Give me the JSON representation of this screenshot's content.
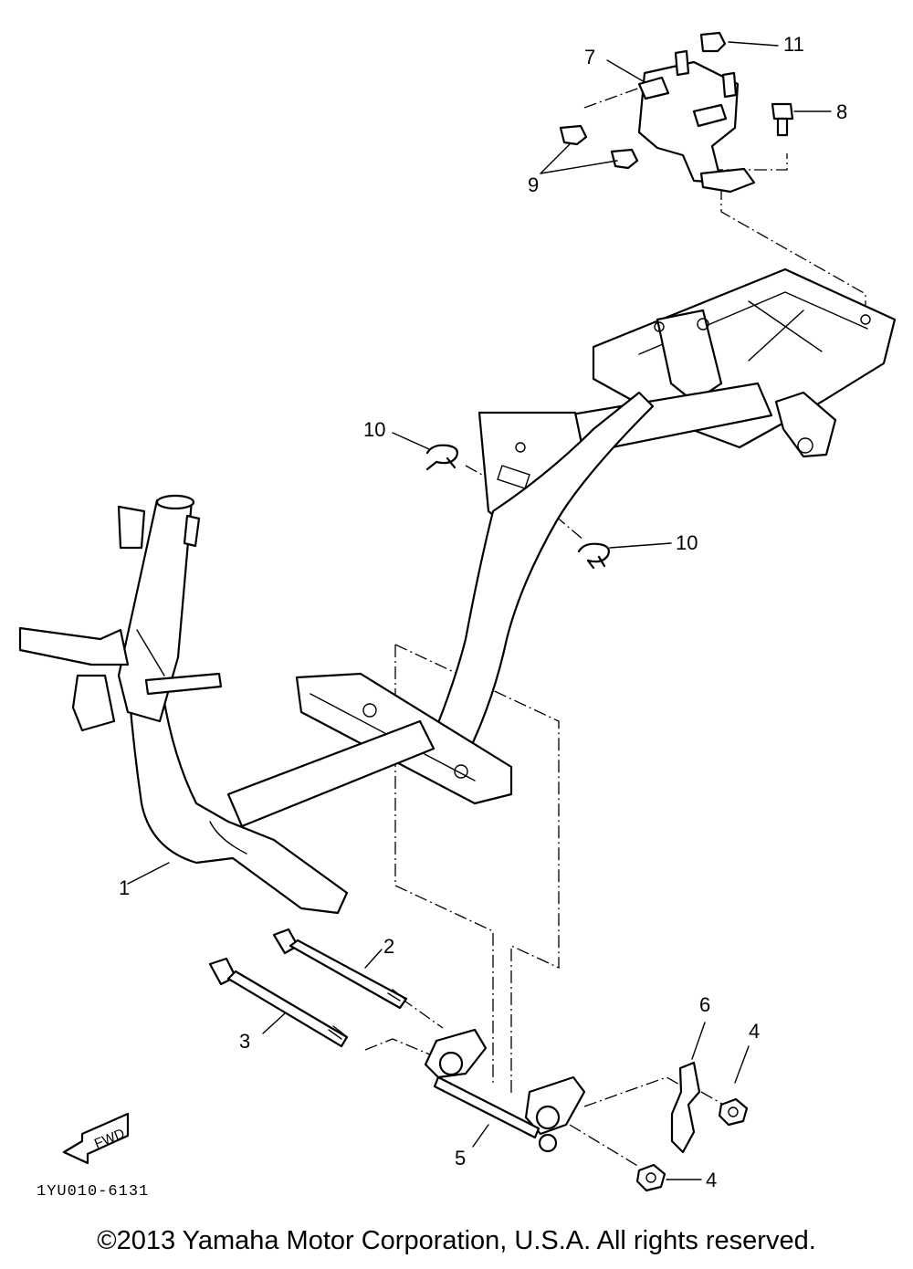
{
  "diagram": {
    "callouts": [
      {
        "id": "c1",
        "label": "1"
      },
      {
        "id": "c2",
        "label": "2"
      },
      {
        "id": "c3",
        "label": "3"
      },
      {
        "id": "c4a",
        "label": "4"
      },
      {
        "id": "c4b",
        "label": "4"
      },
      {
        "id": "c5",
        "label": "5"
      },
      {
        "id": "c6",
        "label": "6"
      },
      {
        "id": "c7",
        "label": "7"
      },
      {
        "id": "c8",
        "label": "8"
      },
      {
        "id": "c9",
        "label": "9"
      },
      {
        "id": "c10a",
        "label": "10"
      },
      {
        "id": "c10b",
        "label": "10"
      },
      {
        "id": "c11",
        "label": "11"
      }
    ],
    "fwd_label": "FWD",
    "diagram_code": "1YU010-6131"
  },
  "footer": {
    "copyright": "©2013 Yamaha Motor Corporation, U.S.A. All rights reserved."
  }
}
